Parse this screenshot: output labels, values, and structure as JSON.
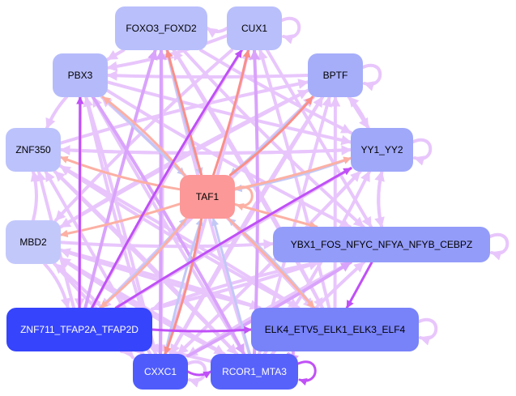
{
  "diagram": {
    "type": "network",
    "nodes": [
      {
        "id": "FOXO3_FOXD2",
        "label": "FOXO3_FOXD2",
        "fill": "#b9bffb",
        "text_color": "#000000"
      },
      {
        "id": "CUX1",
        "label": "CUX1",
        "fill": "#b9bffb",
        "text_color": "#000000"
      },
      {
        "id": "PBX3",
        "label": "PBX3",
        "fill": "#b5bbfa",
        "text_color": "#000000"
      },
      {
        "id": "BPTF",
        "label": "BPTF",
        "fill": "#a6aefa",
        "text_color": "#000000"
      },
      {
        "id": "ZNF350",
        "label": "ZNF350",
        "fill": "#bcc2fb",
        "text_color": "#000000"
      },
      {
        "id": "YY1_YY2",
        "label": "YY1_YY2",
        "fill": "#a0a8fa",
        "text_color": "#000000"
      },
      {
        "id": "TAF1",
        "label": "TAF1",
        "fill": "#fc9898",
        "text_color": "#000000"
      },
      {
        "id": "MBD2",
        "label": "MBD2",
        "fill": "#c3c8fb",
        "text_color": "#000000"
      },
      {
        "id": "YBX1_FOS_NFYC_NFYA_NFYB_CEBPZ",
        "label": "YBX1_FOS_NFYC_NFYA_NFYB_CEBPZ",
        "fill": "#949cf9",
        "text_color": "#000000"
      },
      {
        "id": "ZNF711_TFAP2A_TFAP2D",
        "label": "ZNF711_TFAP2A_TFAP2D",
        "fill": "#3644fb",
        "text_color": "#ffffff"
      },
      {
        "id": "ELK4_ETV5_ELK1_ELK3_ELF4",
        "label": "ELK4_ETV5_ELK1_ELK3_ELF4",
        "fill": "#7882f9",
        "text_color": "#000000"
      },
      {
        "id": "CXXC1",
        "label": "CXXC1",
        "fill": "#4f5cfb",
        "text_color": "#ffffff"
      },
      {
        "id": "RCOR1_MTA3",
        "label": "RCOR1_MTA3",
        "fill": "#5762fa",
        "text_color": "#ffffff"
      }
    ],
    "edge_colors": {
      "light": "#e8c6fc",
      "medium": "#d9a3fb",
      "strong": "#c050f7",
      "salmon": "#fcb0a4",
      "red": "#fa8f88",
      "blue": "#c2c8f6"
    },
    "edges": [
      {
        "source": "CUX1",
        "target": "FOXO3_FOXD2",
        "style": "light"
      },
      {
        "source": "CUX1",
        "target": "CUX1",
        "style": "light"
      },
      {
        "source": "BPTF",
        "target": "BPTF",
        "style": "light"
      },
      {
        "source": "YY1_YY2",
        "target": "YY1_YY2",
        "style": "light"
      },
      {
        "source": "YBX1_FOS_NFYC_NFYA_NFYB_CEBPZ",
        "target": "YBX1_FOS_NFYC_NFYA_NFYB_CEBPZ",
        "style": "light"
      },
      {
        "source": "ELK4_ETV5_ELK1_ELK3_ELF4",
        "target": "ELK4_ETV5_ELK1_ELK3_ELF4",
        "style": "light"
      },
      {
        "source": "RCOR1_MTA3",
        "target": "RCOR1_MTA3",
        "style": "strong"
      },
      {
        "source": "CXXC1",
        "target": "CXXC1",
        "style": "light"
      },
      {
        "source": "TAF1",
        "target": "TAF1",
        "style": "salmon"
      },
      {
        "source": "FOXO3_FOXD2",
        "target": "PBX3",
        "style": "light"
      },
      {
        "source": "PBX3",
        "target": "ZNF350",
        "style": "light"
      },
      {
        "source": "MBD2",
        "target": "ZNF350",
        "style": "light"
      },
      {
        "source": "MBD2",
        "target": "ZNF711_TFAP2A_TFAP2D",
        "style": "light"
      },
      {
        "source": "ZNF711_TFAP2A_TFAP2D",
        "target": "CXXC1",
        "style": "light"
      },
      {
        "source": "BPTF",
        "target": "YY1_YY2",
        "style": "light"
      },
      {
        "source": "YY1_YY2",
        "target": "BPTF",
        "style": "light"
      },
      {
        "source": "YY1_YY2",
        "target": "YBX1_FOS_NFYC_NFYA_NFYB_CEBPZ",
        "style": "light"
      },
      {
        "source": "YBX1_FOS_NFYC_NFYA_NFYB_CEBPZ",
        "target": "YY1_YY2",
        "style": "light"
      },
      {
        "source": "YBX1_FOS_NFYC_NFYA_NFYB_CEBPZ",
        "target": "ELK4_ETV5_ELK1_ELK3_ELF4",
        "style": "strong"
      },
      {
        "source": "ZNF711_TFAP2A_TFAP2D",
        "target": "ELK4_ETV5_ELK1_ELK3_ELF4",
        "style": "strong"
      },
      {
        "source": "ELK4_ETV5_ELK1_ELK3_ELF4",
        "target": "RCOR1_MTA3",
        "style": "medium"
      },
      {
        "source": "CXXC1",
        "target": "RCOR1_MTA3",
        "style": "strong"
      },
      {
        "source": "TAF1",
        "target": "ZNF350",
        "style": "salmon"
      },
      {
        "source": "TAF1",
        "target": "MBD2",
        "style": "salmon"
      },
      {
        "source": "TAF1",
        "target": "YBX1_FOS_NFYC_NFYA_NFYB_CEBPZ",
        "style": "salmon"
      },
      {
        "source": "TAF1",
        "target": "YY1_YY2",
        "style": "salmon"
      },
      {
        "source": "TAF1",
        "target": "PBX3",
        "style": "salmon"
      },
      {
        "source": "TAF1",
        "target": "FOXO3_FOXD2",
        "style": "red"
      },
      {
        "source": "TAF1",
        "target": "CUX1",
        "style": "red"
      },
      {
        "source": "TAF1",
        "target": "BPTF",
        "style": "red"
      },
      {
        "source": "TAF1",
        "target": "ZNF711_TFAP2A_TFAP2D",
        "style": "salmon"
      },
      {
        "source": "TAF1",
        "target": "ELK4_ETV5_ELK1_ELK3_ELF4",
        "style": "salmon"
      },
      {
        "source": "TAF1",
        "target": "CXXC1",
        "style": "red"
      },
      {
        "source": "CXXC1",
        "target": "TAF1",
        "style": "blue"
      },
      {
        "source": "RCOR1_MTA3",
        "target": "TAF1",
        "style": "blue"
      },
      {
        "source": "ZNF711_TFAP2A_TFAP2D",
        "target": "TAF1",
        "style": "blue"
      },
      {
        "source": "ELK4_ETV5_ELK1_ELK3_ELF4",
        "target": "TAF1",
        "style": "blue"
      },
      {
        "source": "YY1_YY2",
        "target": "TAF1",
        "style": "blue"
      },
      {
        "source": "BPTF",
        "target": "TAF1",
        "style": "blue"
      },
      {
        "source": "PBX3",
        "target": "TAF1",
        "style": "blue"
      },
      {
        "source": "FOXO3_FOXD2",
        "target": "TAF1",
        "style": "blue"
      },
      {
        "source": "ZNF711_TFAP2A_TFAP2D",
        "target": "CUX1",
        "style": "strong"
      },
      {
        "source": "ZNF711_TFAP2A_TFAP2D",
        "target": "YY1_YY2",
        "style": "strong"
      },
      {
        "source": "ZNF711_TFAP2A_TFAP2D",
        "target": "PBX3",
        "style": "strong"
      },
      {
        "source": "ZNF711_TFAP2A_TFAP2D",
        "target": "FOXO3_FOXD2",
        "style": "medium"
      },
      {
        "source": "ZNF711_TFAP2A_TFAP2D",
        "target": "BPTF",
        "style": "light"
      },
      {
        "source": "ZNF711_TFAP2A_TFAP2D",
        "target": "ZNF350",
        "style": "light"
      },
      {
        "source": "ZNF711_TFAP2A_TFAP2D",
        "target": "YBX1_FOS_NFYC_NFYA_NFYB_CEBPZ",
        "style": "light"
      },
      {
        "source": "CXXC1",
        "target": "FOXO3_FOXD2",
        "style": "medium"
      },
      {
        "source": "CXXC1",
        "target": "CUX1",
        "style": "light"
      },
      {
        "source": "CXXC1",
        "target": "PBX3",
        "style": "light"
      },
      {
        "source": "CXXC1",
        "target": "BPTF",
        "style": "light"
      },
      {
        "source": "CXXC1",
        "target": "ZNF350",
        "style": "light"
      },
      {
        "source": "CXXC1",
        "target": "YY1_YY2",
        "style": "light"
      },
      {
        "source": "CXXC1",
        "target": "MBD2",
        "style": "light"
      },
      {
        "source": "CXXC1",
        "target": "YBX1_FOS_NFYC_NFYA_NFYB_CEBPZ",
        "style": "medium"
      },
      {
        "source": "RCOR1_MTA3",
        "target": "FOXO3_FOXD2",
        "style": "light"
      },
      {
        "source": "RCOR1_MTA3",
        "target": "CUX1",
        "style": "medium"
      },
      {
        "source": "RCOR1_MTA3",
        "target": "PBX3",
        "style": "light"
      },
      {
        "source": "RCOR1_MTA3",
        "target": "BPTF",
        "style": "light"
      },
      {
        "source": "RCOR1_MTA3",
        "target": "ZNF350",
        "style": "light"
      },
      {
        "source": "RCOR1_MTA3",
        "target": "YY1_YY2",
        "style": "light"
      },
      {
        "source": "RCOR1_MTA3",
        "target": "MBD2",
        "style": "light"
      },
      {
        "source": "RCOR1_MTA3",
        "target": "YBX1_FOS_NFYC_NFYA_NFYB_CEBPZ",
        "style": "light"
      },
      {
        "source": "RCOR1_MTA3",
        "target": "ZNF711_TFAP2A_TFAP2D",
        "style": "light"
      },
      {
        "source": "ELK4_ETV5_ELK1_ELK3_ELF4",
        "target": "FOXO3_FOXD2",
        "style": "light"
      },
      {
        "source": "ELK4_ETV5_ELK1_ELK3_ELF4",
        "target": "PBX3",
        "style": "light"
      },
      {
        "source": "ELK4_ETV5_ELK1_ELK3_ELF4",
        "target": "ZNF350",
        "style": "light"
      },
      {
        "source": "ELK4_ETV5_ELK1_ELK3_ELF4",
        "target": "MBD2",
        "style": "light"
      },
      {
        "source": "ELK4_ETV5_ELK1_ELK3_ELF4",
        "target": "BPTF",
        "style": "light"
      },
      {
        "source": "ELK4_ETV5_ELK1_ELK3_ELF4",
        "target": "CUX1",
        "style": "light"
      },
      {
        "source": "MBD2",
        "target": "YBX1_FOS_NFYC_NFYA_NFYB_CEBPZ",
        "style": "light"
      },
      {
        "source": "MBD2",
        "target": "BPTF",
        "style": "light"
      },
      {
        "source": "MBD2",
        "target": "ELK4_ETV5_ELK1_ELK3_ELF4",
        "style": "light"
      },
      {
        "source": "MBD2",
        "target": "RCOR1_MTA3",
        "style": "light"
      },
      {
        "source": "MBD2",
        "target": "CXXC1",
        "style": "light"
      },
      {
        "source": "ZNF350",
        "target": "YY1_YY2",
        "style": "light"
      },
      {
        "source": "ZNF350",
        "target": "BPTF",
        "style": "light"
      },
      {
        "source": "ZNF350",
        "target": "ELK4_ETV5_ELK1_ELK3_ELF4",
        "style": "light"
      },
      {
        "source": "ZNF350",
        "target": "RCOR1_MTA3",
        "style": "light"
      },
      {
        "source": "PBX3",
        "target": "YY1_YY2",
        "style": "light"
      },
      {
        "source": "PBX3",
        "target": "YBX1_FOS_NFYC_NFYA_NFYB_CEBPZ",
        "style": "light"
      },
      {
        "source": "PBX3",
        "target": "ELK4_ETV5_ELK1_ELK3_ELF4",
        "style": "light"
      },
      {
        "source": "PBX3",
        "target": "RCOR1_MTA3",
        "style": "medium"
      },
      {
        "source": "PBX3",
        "target": "CXXC1",
        "style": "light"
      },
      {
        "source": "PBX3",
        "target": "ZNF711_TFAP2A_TFAP2D",
        "style": "light"
      },
      {
        "source": "FOXO3_FOXD2",
        "target": "YY1_YY2",
        "style": "light"
      },
      {
        "source": "FOXO3_FOXD2",
        "target": "YBX1_FOS_NFYC_NFYA_NFYB_CEBPZ",
        "style": "light"
      },
      {
        "source": "FOXO3_FOXD2",
        "target": "ELK4_ETV5_ELK1_ELK3_ELF4",
        "style": "light"
      },
      {
        "source": "FOXO3_FOXD2",
        "target": "CXXC1",
        "style": "light"
      },
      {
        "source": "CUX1",
        "target": "YBX1_FOS_NFYC_NFYA_NFYB_CEBPZ",
        "style": "light"
      },
      {
        "source": "CUX1",
        "target": "ZNF711_TFAP2A_TFAP2D",
        "style": "light"
      },
      {
        "source": "CUX1",
        "target": "MBD2",
        "style": "light"
      },
      {
        "source": "CUX1",
        "target": "PBX3",
        "style": "light"
      },
      {
        "source": "BPTF",
        "target": "PBX3",
        "style": "light"
      },
      {
        "source": "BPTF",
        "target": "ZNF711_TFAP2A_TFAP2D",
        "style": "light"
      },
      {
        "source": "BPTF",
        "target": "MBD2",
        "style": "light"
      },
      {
        "source": "BPTF",
        "target": "CXXC1",
        "style": "light"
      },
      {
        "source": "YY1_YY2",
        "target": "ZNF350",
        "style": "light"
      },
      {
        "source": "YY1_YY2",
        "target": "CXXC1",
        "style": "light"
      },
      {
        "source": "YY1_YY2",
        "target": "ZNF711_TFAP2A_TFAP2D",
        "style": "light"
      },
      {
        "source": "YBX1_FOS_NFYC_NFYA_NFYB_CEBPZ",
        "target": "CXXC1",
        "style": "light"
      },
      {
        "source": "YBX1_FOS_NFYC_NFYA_NFYB_CEBPZ",
        "target": "ZNF711_TFAP2A_TFAP2D",
        "style": "light"
      }
    ]
  }
}
